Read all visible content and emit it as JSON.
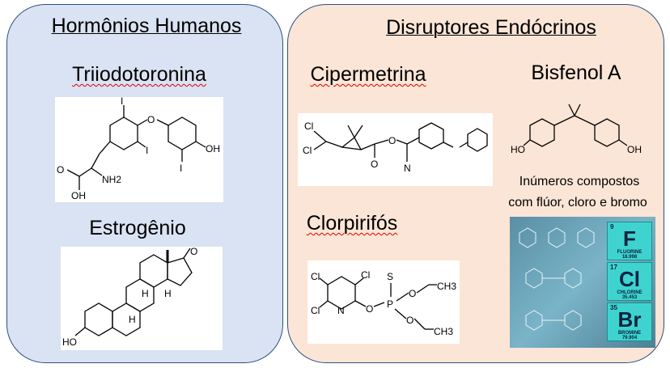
{
  "left_panel": {
    "title": "Hormônios Humanos",
    "triiodothyronine": {
      "name": "Triiodotoronina",
      "atoms": [
        "I",
        "O",
        "I",
        "OH",
        "I",
        "O",
        "NH2",
        "OH"
      ]
    },
    "estrogen": {
      "name": "Estrogênio",
      "atoms": [
        "O",
        "H",
        "H",
        "H",
        "HO"
      ]
    }
  },
  "right_panel": {
    "title": "Disruptores Endócrinos",
    "cypermethrin": {
      "name": "Cipermetrina",
      "atoms": [
        "Cl",
        "Cl",
        "O",
        "O",
        "N"
      ]
    },
    "bisphenol": {
      "name": "Bisfenol A",
      "atoms": [
        "HO",
        "OH"
      ]
    },
    "halogen_note": {
      "line1": "Inúmeros compostos",
      "line2": "com flúor, cloro e bromo"
    },
    "chlorpyrifos": {
      "name": "Clorpirifós",
      "atoms": [
        "Cl",
        "Cl",
        "Cl",
        "N",
        "O",
        "P",
        "S",
        "O",
        "CH3",
        "O",
        "CH3"
      ]
    },
    "elements": [
      {
        "number": "9",
        "symbol": "F",
        "name": "FLUORINE",
        "weight": "18.998"
      },
      {
        "number": "17",
        "symbol": "Cl",
        "name": "CHLORINE",
        "weight": "35.453"
      },
      {
        "number": "35",
        "symbol": "Br",
        "name": "BROMINE",
        "weight": "79.904"
      }
    ]
  }
}
